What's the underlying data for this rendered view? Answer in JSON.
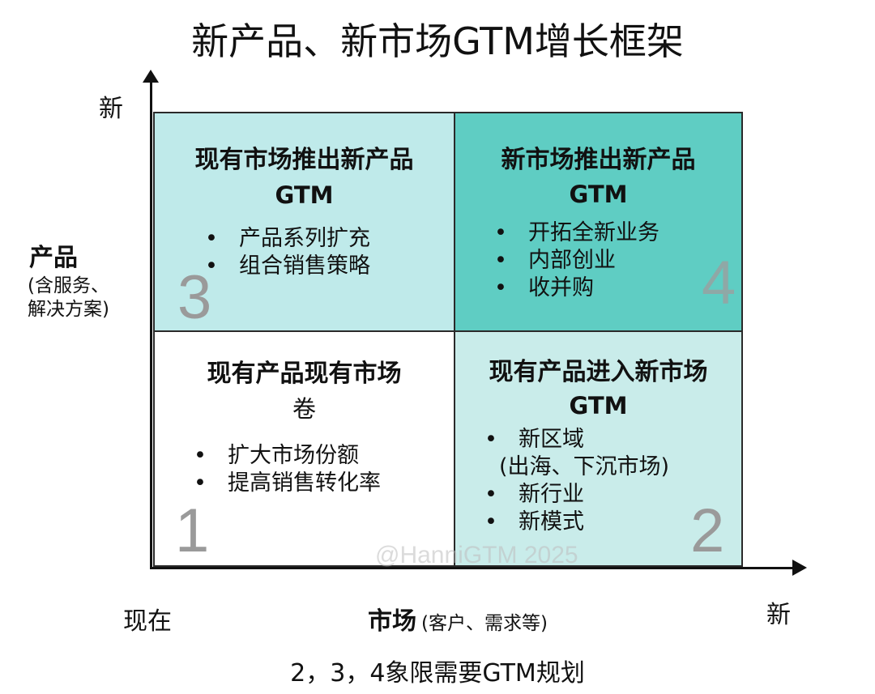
{
  "title": "新产品、新市场GTM增长框架",
  "y_axis": {
    "top_label": "新",
    "label": "产品",
    "label_sub_line1": "(含服务、",
    "label_sub_line2": "解决方案)"
  },
  "x_axis": {
    "left_label": "现在",
    "right_label": "新",
    "label": "市场",
    "label_sub": "(客户、需求等)"
  },
  "quadrants": {
    "q3": {
      "heading": "现有市场推出新产品",
      "sub": "GTM",
      "bullets": [
        "产品系列扩充",
        "组合销售策略"
      ],
      "number": "3"
    },
    "q4": {
      "heading": "新市场推出新产品",
      "sub": "GTM",
      "bullets": [
        "开拓全新业务",
        "内部创业",
        "收并购"
      ],
      "number": "4"
    },
    "q1": {
      "heading": "现有产品现有市场",
      "sub": "卷",
      "bullets": [
        "扩大市场份额",
        "提高销售转化率"
      ],
      "number": "1"
    },
    "q2": {
      "heading": "现有产品进入新市场",
      "sub": "GTM",
      "bullets": [
        "新区域",
        "(出海、下沉市场)",
        "新行业",
        "新模式"
      ],
      "number": "2"
    }
  },
  "watermark": "@HanniGTM 2025",
  "footnote": "2，3，4象限需要GTM规划",
  "colors": {
    "q3_fill": "#bfeaea",
    "q4_fill": "#5fcdc3",
    "q1_fill": "#ffffff",
    "q2_fill": "#c9ecea",
    "axis": "#111111",
    "quadrant_number": "#9a9a9a"
  }
}
